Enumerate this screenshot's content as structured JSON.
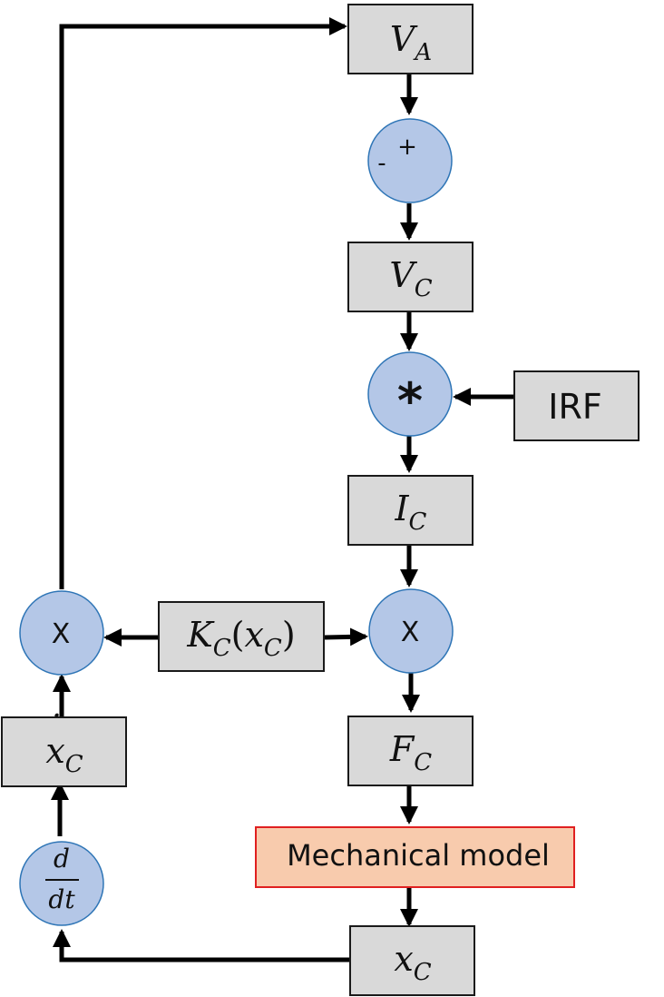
{
  "blocks": {
    "va": {
      "main": "V",
      "sub": "A"
    },
    "vc": {
      "main": "V",
      "sub": "C"
    },
    "irf": "IRF",
    "ic": {
      "main": "I",
      "sub": "C"
    },
    "kc": {
      "main": "K",
      "sub": "C",
      "arg_main": "x",
      "arg_sub": "C"
    },
    "fc": {
      "main": "F",
      "sub": "C"
    },
    "mech": "Mechanical model",
    "xc": {
      "main": "x",
      "sub": "C"
    },
    "xcdot": {
      "main": "x",
      "sub": "C",
      "accent": "˙"
    }
  },
  "nodes": {
    "sum": {
      "plus": "+",
      "minus": "-"
    },
    "conv": "*",
    "mult_right": "X",
    "mult_left": "X",
    "deriv": {
      "num": "d",
      "den": "dt"
    }
  },
  "colors": {
    "block_fill": "#d9d9d9",
    "node_fill": "#b4c7e7",
    "node_stroke": "#2e75b6",
    "accent_fill": "#f8cbad",
    "accent_stroke": "#e02020",
    "wire": "#000000"
  }
}
